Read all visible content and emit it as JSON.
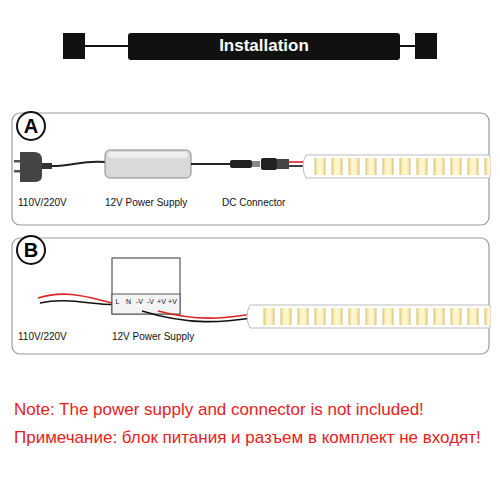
{
  "diagram": {
    "title": "Installation",
    "nodes": [
      {
        "text": [
          "A"
        ]
      },
      {
        "text": [
          "B"
        ]
      }
    ],
    "labels": [
      "110V/220V",
      "12V Power Supply",
      "DC Connector",
      "L",
      "N",
      "-V",
      "-V",
      "+V",
      "+V",
      "110V/220V",
      "12V Power Supply",
      "Note: The power supply and connector is not included!",
      "Примечание: блок питания и разъем в комплект не входят!"
    ]
  }
}
